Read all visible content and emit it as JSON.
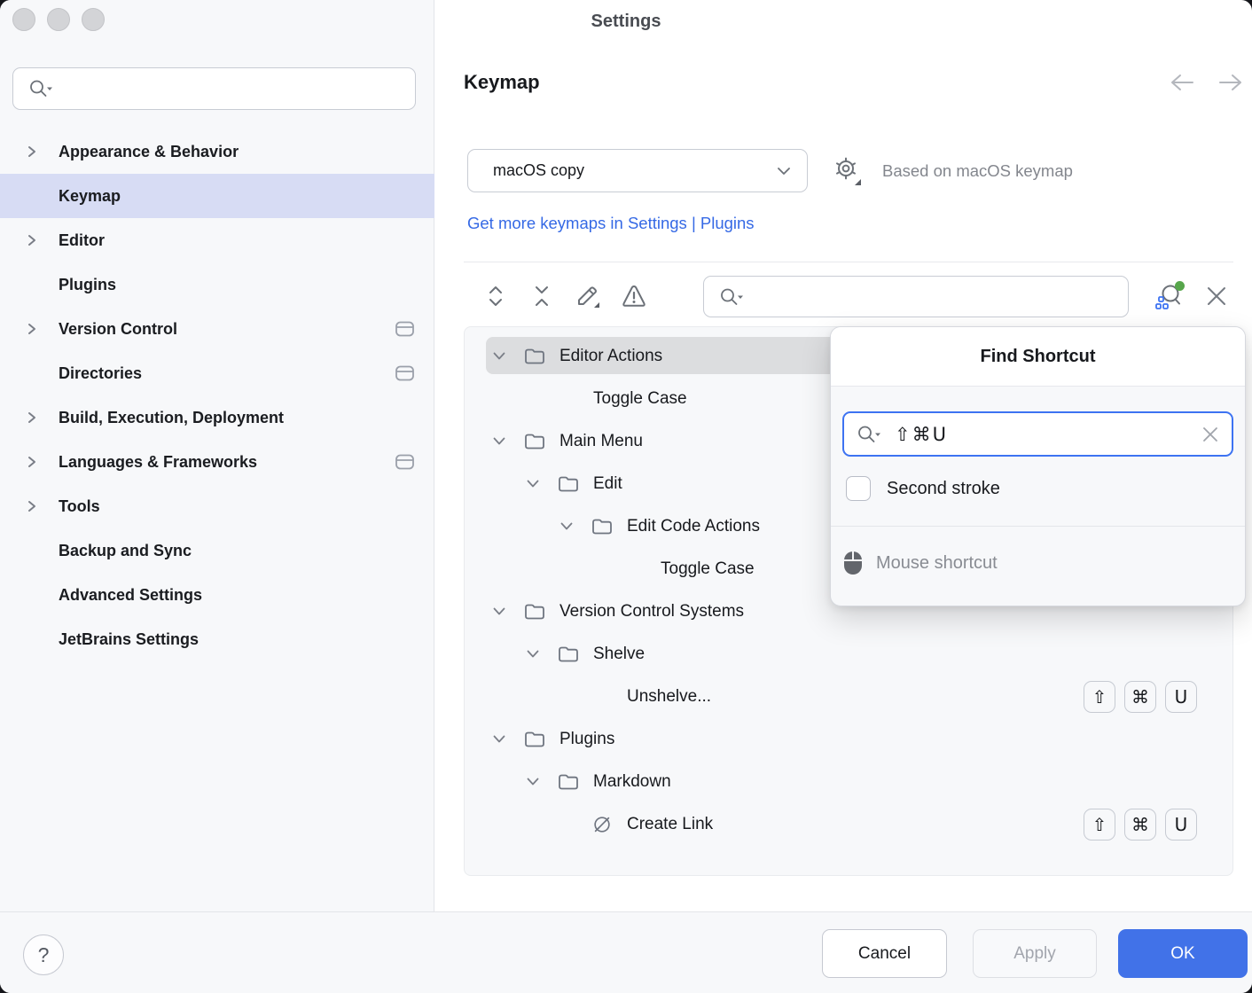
{
  "window": {
    "title": "Settings"
  },
  "sidebar": {
    "search_value": "",
    "items": [
      {
        "label": "Appearance & Behavior",
        "chevron": true
      },
      {
        "label": "Keymap",
        "selected": true
      },
      {
        "label": "Editor",
        "chevron": true
      },
      {
        "label": "Plugins"
      },
      {
        "label": "Version Control",
        "chevron": true,
        "panel_icon": true
      },
      {
        "label": "Directories",
        "panel_icon": true
      },
      {
        "label": "Build, Execution, Deployment",
        "chevron": true
      },
      {
        "label": "Languages & Frameworks",
        "chevron": true,
        "panel_icon": true
      },
      {
        "label": "Tools",
        "chevron": true
      },
      {
        "label": "Backup and Sync"
      },
      {
        "label": "Advanced Settings"
      },
      {
        "label": "JetBrains Settings"
      }
    ]
  },
  "header": {
    "page_title": "Keymap"
  },
  "keymap_bar": {
    "selected_keymap": "macOS copy",
    "based_on": "Based on macOS keymap",
    "links_label": "Get more keymaps in Settings | Plugins"
  },
  "toolbar": {
    "search_value": ""
  },
  "tree": {
    "rows": [
      {
        "label": "Editor Actions",
        "level": 0,
        "chevron": true,
        "icon": "folder",
        "selected": true
      },
      {
        "label": "Toggle Case",
        "level": 1
      },
      {
        "label": "Main Menu",
        "level": 0,
        "chevron": true,
        "icon": "folder"
      },
      {
        "label": "Edit",
        "level": 1,
        "chevron": true,
        "icon": "folder"
      },
      {
        "label": "Edit Code Actions",
        "level": 2,
        "chevron": true,
        "icon": "folder"
      },
      {
        "label": "Toggle Case",
        "level": 3
      },
      {
        "label": "Version Control Systems",
        "level": 0,
        "chevron": true,
        "icon": "folder"
      },
      {
        "label": "Shelve",
        "level": 1,
        "chevron": true,
        "icon": "folder"
      },
      {
        "label": "Unshelve...",
        "level": 2,
        "badges": [
          "⇧",
          "⌘",
          "U"
        ]
      },
      {
        "label": "Plugins",
        "level": 0,
        "chevron": true,
        "icon": "folder"
      },
      {
        "label": "Markdown",
        "level": 1,
        "chevron": true,
        "icon": "folder"
      },
      {
        "label": "Create Link",
        "level": 2,
        "icon": "link",
        "badges": [
          "⇧",
          "⌘",
          "U"
        ]
      }
    ]
  },
  "popup": {
    "title": "Find Shortcut",
    "shortcut_query": "⇧⌘U",
    "second_stroke_label": "Second stroke",
    "second_stroke_checked": false,
    "mouse_shortcut_label": "Mouse shortcut"
  },
  "footer": {
    "help": "?",
    "cancel": "Cancel",
    "apply": "Apply",
    "ok": "OK"
  },
  "colors": {
    "accent_blue": "#3d73f2",
    "link_blue": "#3569e5",
    "ok_button_blue": "#4172e8",
    "sidebar_selection": "#d7dcf4",
    "tree_selection": "#dcdddf",
    "green_status_dot": "#57a64b",
    "panel_bg": "#f7f8fa"
  }
}
